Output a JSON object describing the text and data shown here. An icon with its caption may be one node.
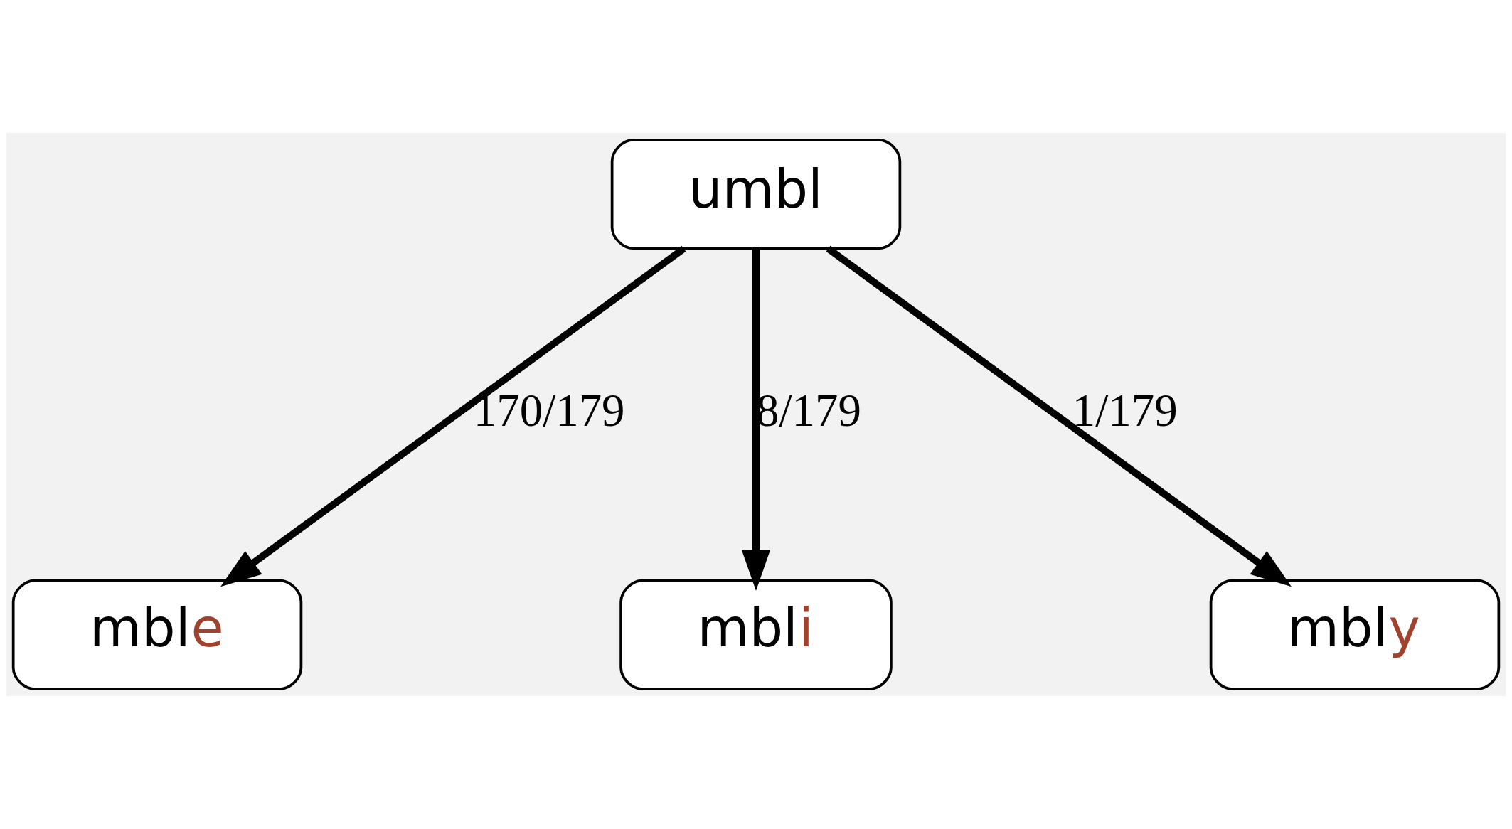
{
  "diagram": {
    "nodes": [
      {
        "text": [
          "umbl"
        ]
      },
      {
        "text": [
          "mble"
        ]
      },
      {
        "text": [
          "mbli"
        ]
      },
      {
        "text": [
          "mbly"
        ]
      }
    ],
    "edges": [
      {
        "from": 0,
        "to": 1,
        "arrow": "to",
        "label": "170/179"
      },
      {
        "from": 0,
        "to": 2,
        "arrow": "to",
        "label": "8/179"
      },
      {
        "from": 0,
        "to": 3,
        "arrow": "to",
        "label": "1/179"
      }
    ]
  }
}
